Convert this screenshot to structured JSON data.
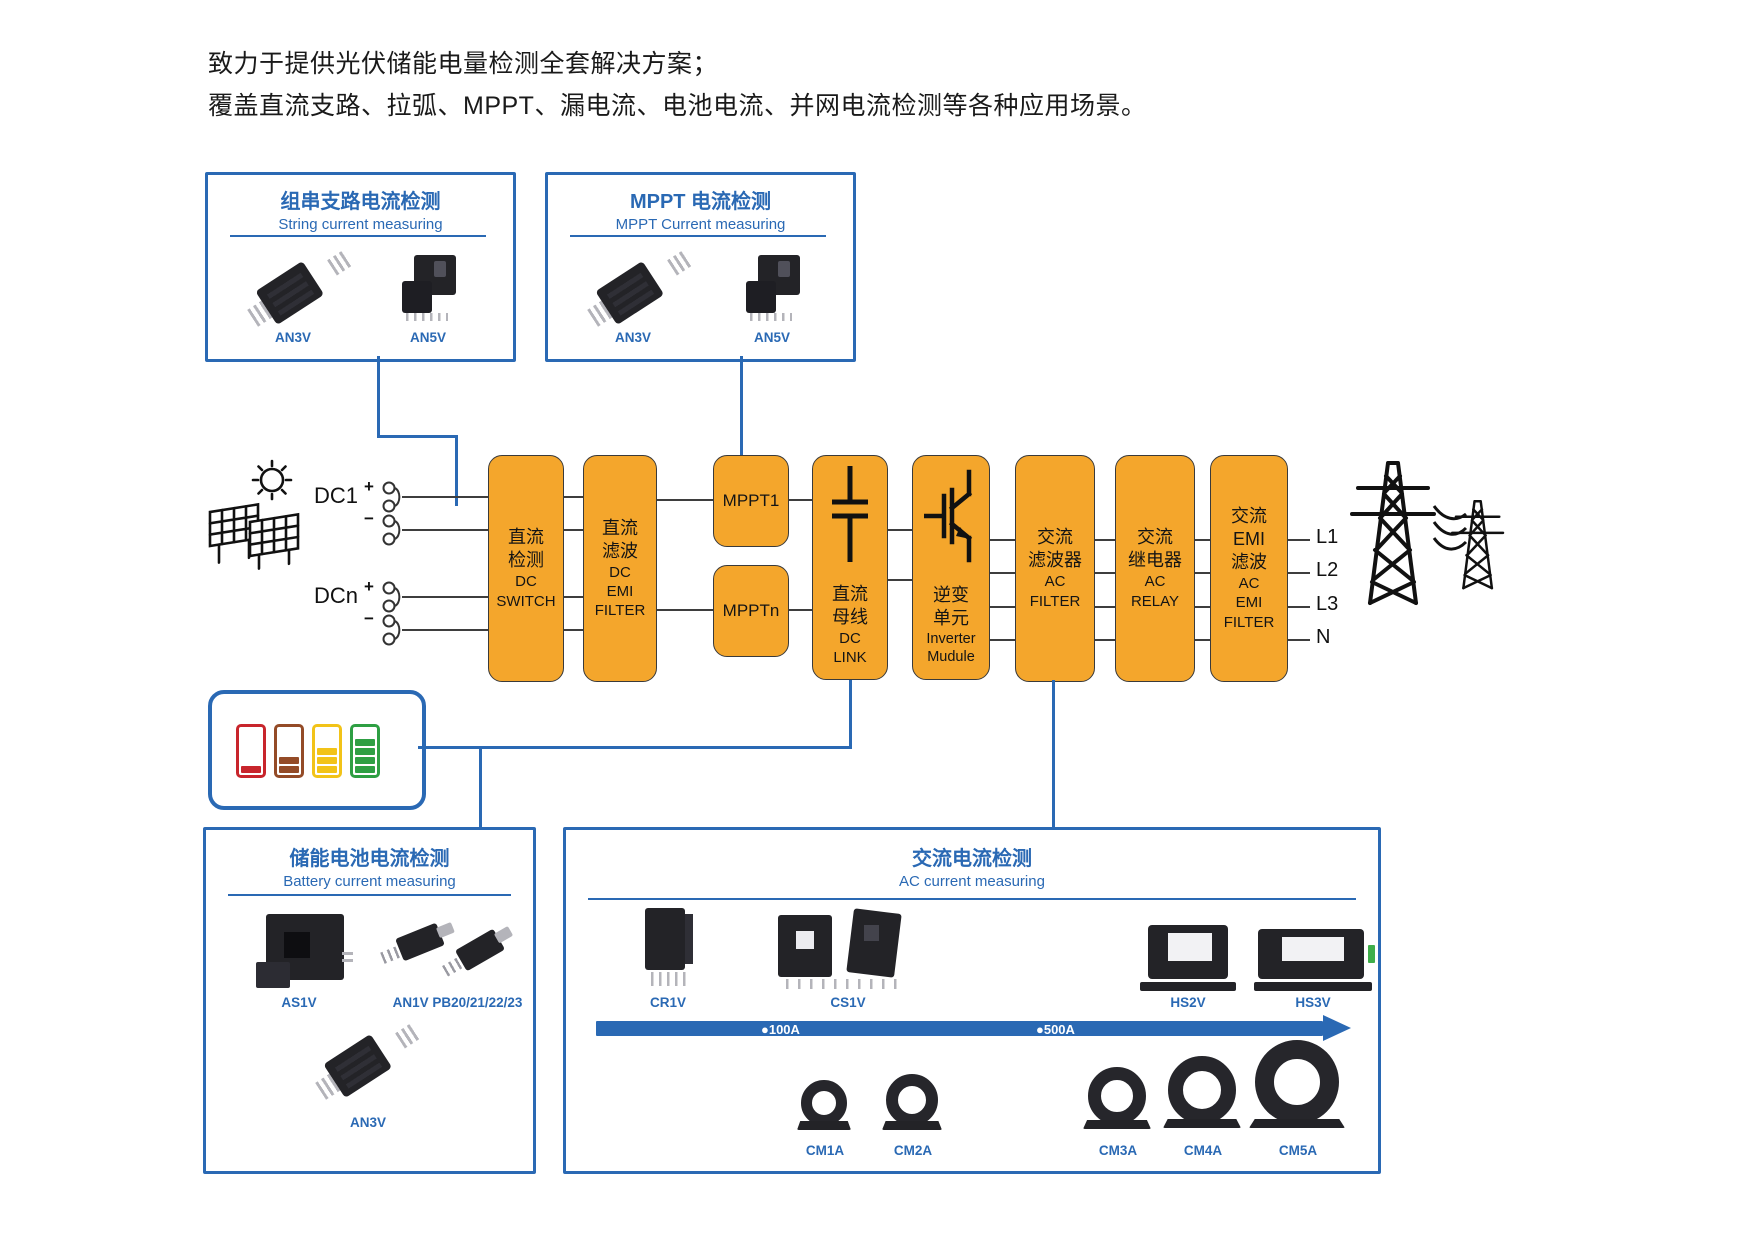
{
  "header": {
    "line1": "致力于提供光伏储能电量检测全套解决方案；",
    "line2": "覆盖直流支路、拉弧、MPPT、漏电流、电池电流、并网电流检测等各种应用场景。"
  },
  "panels": {
    "string": {
      "title_zh": "组串支路电流检测",
      "title_en": "String current measuring",
      "products": [
        {
          "name": "AN3V"
        },
        {
          "name": "AN5V"
        }
      ]
    },
    "mppt": {
      "title_zh": "MPPT 电流检测",
      "title_en": "MPPT Current measuring",
      "products": [
        {
          "name": "AN3V"
        },
        {
          "name": "AN5V"
        }
      ]
    },
    "battery": {
      "title_zh": "储能电池电流检测",
      "title_en": "Battery current measuring",
      "products": [
        {
          "name": "AS1V"
        },
        {
          "name": "AN1V PB20/21/22/23"
        },
        {
          "name": "AN3V"
        }
      ]
    },
    "ac": {
      "title_zh": "交流电流检测",
      "title_en": "AC current measuring",
      "row1": [
        {
          "name": "CR1V"
        },
        {
          "name": "CS1V"
        },
        {
          "name": "HS2V"
        },
        {
          "name": "HS3V"
        }
      ],
      "arrow": {
        "mark1": "●100A",
        "mark2": "●500A"
      },
      "row2": [
        {
          "name": "CM1A"
        },
        {
          "name": "CM2A"
        },
        {
          "name": "CM3A"
        },
        {
          "name": "CM4A"
        },
        {
          "name": "CM5A"
        }
      ]
    }
  },
  "flow": {
    "inputs": {
      "dc1": "DC1",
      "dcn": "DCn",
      "plus": "+",
      "minus": "−"
    },
    "outputs": [
      "L1",
      "L2",
      "L3",
      "N"
    ],
    "blocks": {
      "dc_switch": {
        "zh": [
          "直流",
          "检测"
        ],
        "en": [
          "DC",
          "SWITCH"
        ]
      },
      "dc_emi": {
        "zh": [
          "直流",
          "滤波"
        ],
        "en": [
          "DC",
          "EMI",
          "FILTER"
        ]
      },
      "mppt1": {
        "label": "MPPT1"
      },
      "mpptn": {
        "label": "MPPTn"
      },
      "dc_link": {
        "zh": [
          "直流",
          "母线"
        ],
        "en": [
          "DC",
          "LINK"
        ]
      },
      "inverter": {
        "zh": [
          "逆变",
          "单元"
        ],
        "en": [
          "Inverter",
          "Mudule"
        ]
      },
      "ac_filter": {
        "zh": [
          "交流",
          "滤波器"
        ],
        "en": [
          "AC",
          "FILTER"
        ]
      },
      "ac_relay": {
        "zh": [
          "交流",
          "继电器"
        ],
        "en": [
          "AC",
          "RELAY"
        ]
      },
      "ac_emi": {
        "zh": [
          "交流",
          "EMI",
          "滤波"
        ],
        "en": [
          "AC",
          "EMI",
          "FILTER"
        ]
      }
    }
  },
  "colors": {
    "accent_blue": "#2A69B4",
    "block_orange": "#F4A62C",
    "battery_red": "#C8252C",
    "battery_brown": "#944B27",
    "battery_yellow": "#F2C318",
    "battery_green": "#2E9F43"
  }
}
